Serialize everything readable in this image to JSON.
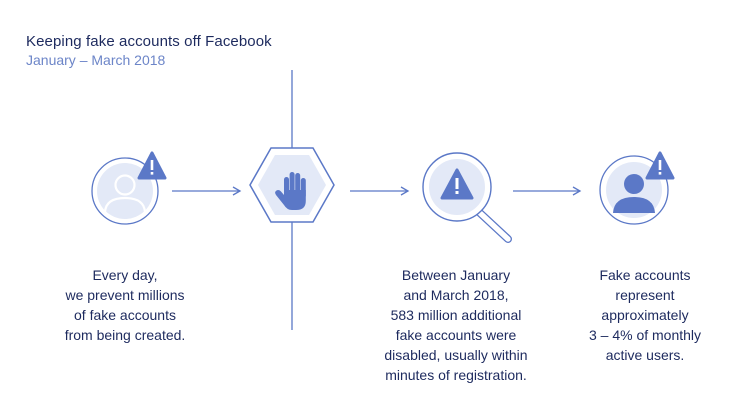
{
  "header": {
    "title": "Keeping fake accounts off Facebook",
    "subtitle": "January – March 2018"
  },
  "colors": {
    "primary": "#5b78c7",
    "light_fill": "#e3e9f7",
    "dark_text": "#1d2a5e",
    "subtitle": "#6c85c8"
  },
  "steps": [
    {
      "icon": "user-warning-icon",
      "caption": [
        "Every day,",
        "we prevent millions",
        "of fake accounts",
        "from being created."
      ]
    },
    {
      "icon": "stop-hand-icon",
      "caption": []
    },
    {
      "icon": "magnifier-warning-icon",
      "caption": [
        "Between January",
        "and March 2018,",
        "583 million additional",
        "fake accounts were",
        "disabled, usually within",
        "minutes of registration."
      ]
    },
    {
      "icon": "active-user-warning-icon",
      "caption": [
        "Fake accounts",
        "represent",
        "approximately",
        "3 – 4% of monthly",
        "active users."
      ]
    }
  ]
}
